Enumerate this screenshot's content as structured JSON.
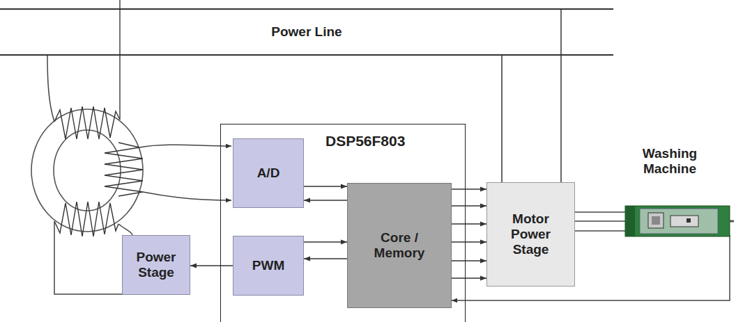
{
  "diagram": {
    "nodes": [
      {
        "text": [
          "Power Line"
        ]
      },
      {
        "text": [
          "DSP56F803"
        ]
      },
      {
        "text": [
          "A/D"
        ],
        "in": 1
      },
      {
        "text": [
          "Core / Memory"
        ],
        "in": 1
      },
      {
        "text": [
          "PWM"
        ],
        "in": 1
      },
      {
        "text": [
          "Power Stage"
        ]
      },
      {
        "text": [
          "Motor Power Stage"
        ]
      }
    ],
    "edges": [
      {
        "from": 2,
        "to": 3,
        "arrow": "to"
      },
      {
        "from": 3,
        "to": 2,
        "arrow": "to"
      },
      {
        "from": 4,
        "to": 3,
        "arrow": "to"
      },
      {
        "from": 3,
        "to": 4,
        "arrow": "to"
      },
      {
        "from": 4,
        "to": 5,
        "arrow": "to"
      },
      {
        "from": 3,
        "to": 6,
        "arrow": "to"
      },
      {
        "from": 3,
        "to": 6,
        "arrow": "to"
      },
      {
        "from": 3,
        "to": 6,
        "arrow": "to"
      },
      {
        "from": 3,
        "to": 6,
        "arrow": "to"
      },
      {
        "from": 3,
        "to": 6,
        "arrow": "to"
      },
      {
        "from": 3,
        "to": 6,
        "arrow": "to"
      },
      {
        "from": 0,
        "to": 6,
        "arrow": "none"
      },
      {
        "from": 0,
        "to": 6,
        "arrow": "none"
      }
    ],
    "labels": [
      "Washing Machine"
    ]
  }
}
